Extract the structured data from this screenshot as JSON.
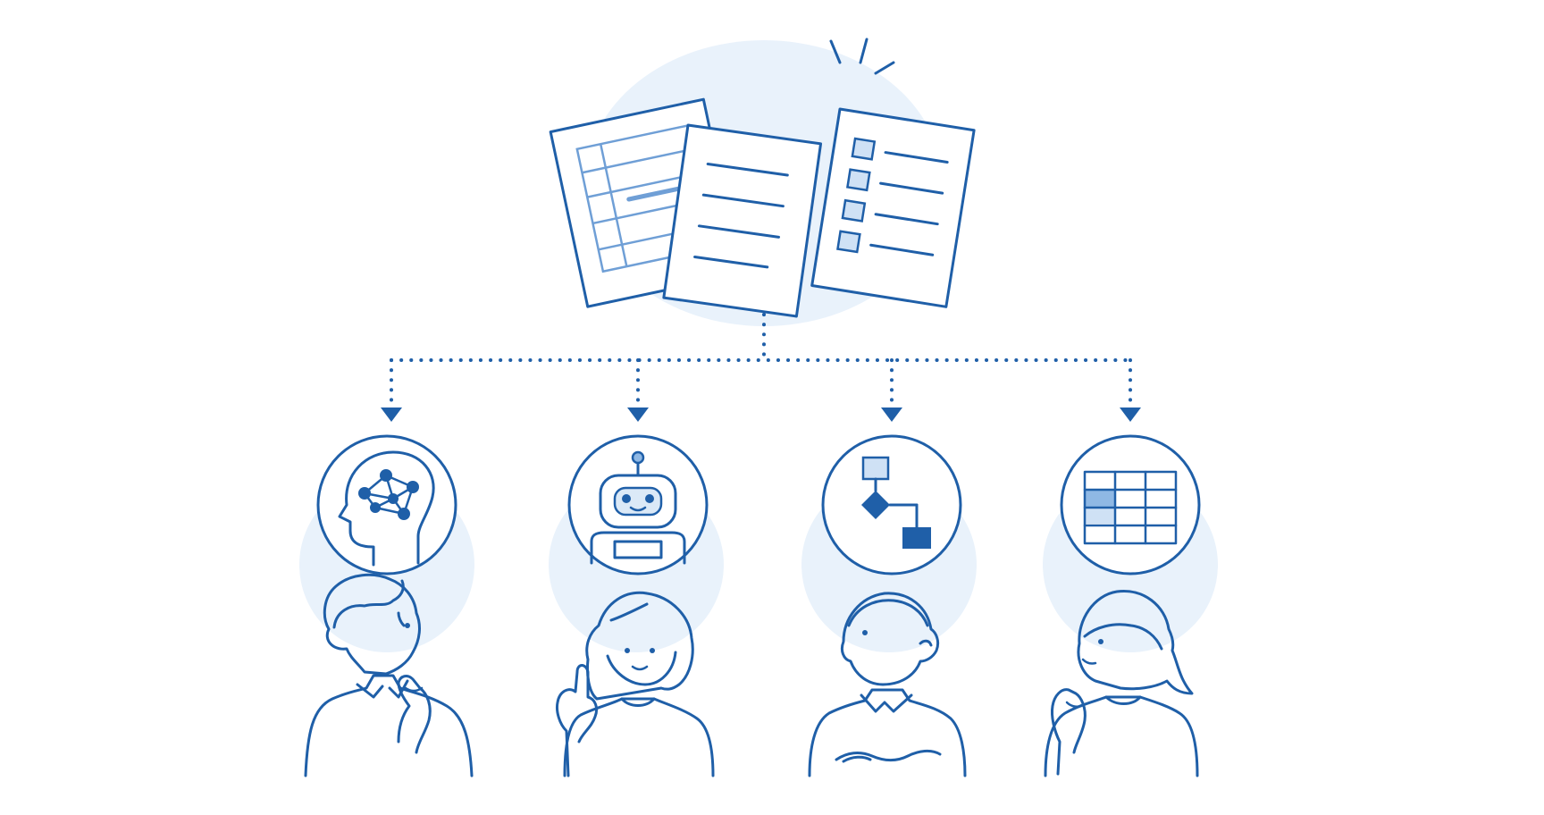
{
  "colors": {
    "accent": "#1f5fa8",
    "light_accent": "#6f9fd6",
    "background_blob": "#e9f2fb",
    "background": "#ffffff"
  },
  "documents": [
    {
      "name": "table-document-icon"
    },
    {
      "name": "text-document-icon"
    },
    {
      "name": "checklist-document-icon"
    }
  ],
  "groups": [
    {
      "icon": "brain-network-icon",
      "person": "thinking-man"
    },
    {
      "icon": "robot-icon",
      "person": "pointing-woman"
    },
    {
      "icon": "flowchart-icon",
      "person": "arms-crossed-man"
    },
    {
      "icon": "spreadsheet-grid-icon",
      "person": "thinking-woman"
    }
  ]
}
